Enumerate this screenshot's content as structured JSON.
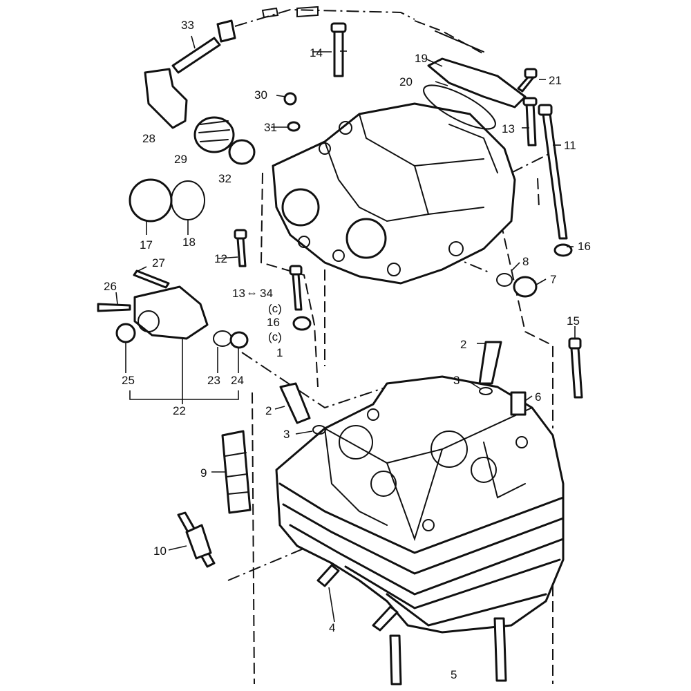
{
  "callouts": [
    {
      "id": "c1",
      "text": "1"
    },
    {
      "id": "c2a",
      "text": "2"
    },
    {
      "id": "c2b",
      "text": "2"
    },
    {
      "id": "c3a",
      "text": "3"
    },
    {
      "id": "c3b",
      "text": "3"
    },
    {
      "id": "c4",
      "text": "4"
    },
    {
      "id": "c5",
      "text": "5"
    },
    {
      "id": "c6",
      "text": "6"
    },
    {
      "id": "c7",
      "text": "7"
    },
    {
      "id": "c8",
      "text": "8"
    },
    {
      "id": "c9",
      "text": "9"
    },
    {
      "id": "c10",
      "text": "10"
    },
    {
      "id": "c11",
      "text": "11"
    },
    {
      "id": "c12",
      "text": "12"
    },
    {
      "id": "c13a",
      "text": "13"
    },
    {
      "id": "c13b",
      "text": "13"
    },
    {
      "id": "c14",
      "text": "14"
    },
    {
      "id": "c15",
      "text": "15"
    },
    {
      "id": "c16a",
      "text": "16"
    },
    {
      "id": "c16b",
      "text": "16"
    },
    {
      "id": "c17",
      "text": "17"
    },
    {
      "id": "c18",
      "text": "18"
    },
    {
      "id": "c19",
      "text": "19"
    },
    {
      "id": "c20",
      "text": "20"
    },
    {
      "id": "c21",
      "text": "21"
    },
    {
      "id": "c22",
      "text": "22"
    },
    {
      "id": "c23",
      "text": "23"
    },
    {
      "id": "c24",
      "text": "24"
    },
    {
      "id": "c25",
      "text": "25"
    },
    {
      "id": "c26",
      "text": "26"
    },
    {
      "id": "c27",
      "text": "27"
    },
    {
      "id": "c28",
      "text": "28"
    },
    {
      "id": "c29",
      "text": "29"
    },
    {
      "id": "c30",
      "text": "30"
    },
    {
      "id": "c31",
      "text": "31"
    },
    {
      "id": "c32",
      "text": "32"
    },
    {
      "id": "c33",
      "text": "33"
    },
    {
      "id": "c34",
      "text": "34"
    },
    {
      "id": "cca",
      "text": "(c)"
    },
    {
      "id": "ccb",
      "text": "(c)"
    }
  ],
  "symbols": {
    "arrow_13_34": "⇔"
  }
}
